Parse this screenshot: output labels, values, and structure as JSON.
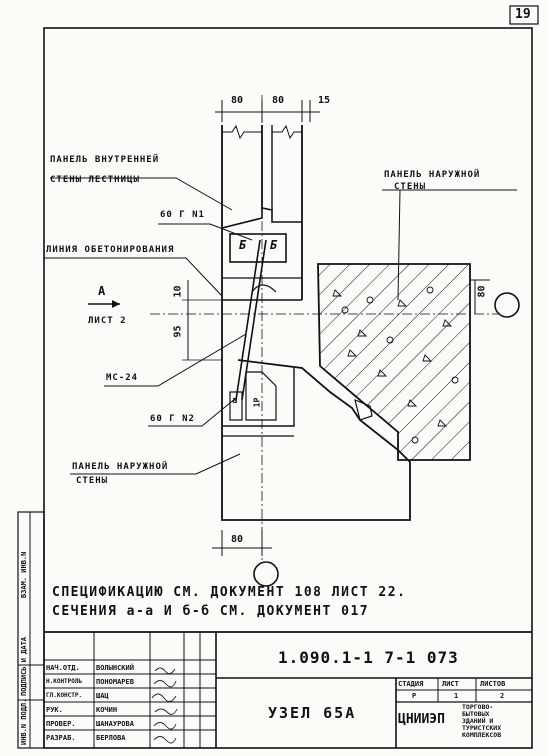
{
  "corner_mark": "19",
  "labels": {
    "inner_panel_line1": "ПАНЕЛЬ ВНУТРЕННЕЙ",
    "inner_panel_line2": "СТЕНЫ ЛЕСТНИЦЫ",
    "outer_panel_top_line1": "ПАНЕЛЬ НАРУЖНОЙ",
    "outer_panel_top_line2": "СТЕНЫ",
    "weld_60_n1": "60 Г N1",
    "concreting_line": "ЛИНИЯ ОБЕТОНИРОВАНИЯ",
    "section_arrow": "A",
    "section_sheet": "ЛИСТ 2",
    "mc24": "МС-24",
    "weld_60_n2": "60 Г N2",
    "outer_panel_bottom_line1": "ПАНЕЛЬ НАРУЖНОЙ",
    "outer_panel_bottom_line2": "СТЕНЫ",
    "section_bb_1": "Б",
    "section_bb_2": "Б",
    "section_aa": "а",
    "section_1p": "1Р"
  },
  "dimensions": {
    "top1": "80",
    "top2": "80",
    "top3": "15",
    "left_10": "10",
    "left_95": "95",
    "right_80": "80",
    "bottom_80": "80"
  },
  "notes": {
    "line1": "СПЕЦИФИКАЦИЮ СМ. ДОКУМЕНТ 108 ЛИСТ 22.",
    "line2": "СЕЧЕНИЯ а-а И б-б СМ. ДОКУМЕНТ 017"
  },
  "title_block": {
    "code": "1.090.1-1 7-1 073",
    "title": "УЗЕЛ 65А",
    "org": "ЦНИИЭП",
    "org_desc": [
      "ТОРГОВО-",
      "БЫТОВЫХ",
      "ЗДАНИЙ И",
      "ТУРИСТСКИХ",
      "КОМПЛЕКСОВ"
    ],
    "stage_header": "СТАДИЯ",
    "sheet_header": "ЛИСТ",
    "sheets_header": "ЛИСТОВ",
    "stage": "Р",
    "sheet": "1",
    "sheets": "2",
    "roles": [
      {
        "role": "НАЧ.ОТД.",
        "name": "ВОЛЫНСКИЙ"
      },
      {
        "role": "Н.КОНТРОЛЬ",
        "name": "ПОНОМАРЕВ"
      },
      {
        "role": "ГЛ.КОНСТР.",
        "name": "ШАЦ"
      },
      {
        "role": "РУК.",
        "name": "КОЧИН"
      },
      {
        "role": "ПРОВЕР.",
        "name": "ШАНАУРОВА"
      },
      {
        "role": "РАЗРАБ.",
        "name": "БЕРЛОВА"
      }
    ]
  },
  "side_stamp": {
    "field1": "ИНВ.N ПОДЛ.",
    "field2": "ПОДПИСЬ И ДАТА",
    "field3": "ВЗАМ. ИНВ.N"
  }
}
